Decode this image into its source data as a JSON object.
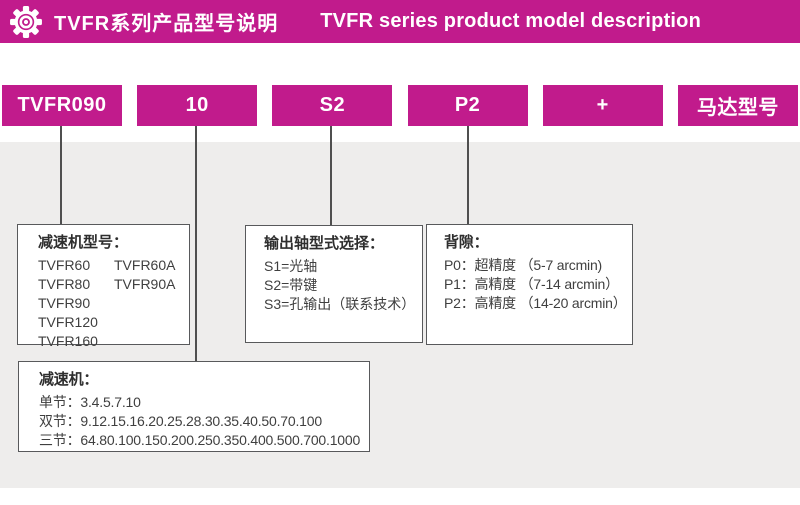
{
  "header": {
    "title_zh": "TVFR系列产品型号说明",
    "title_en": "TVFR series product model description"
  },
  "model_code_segments": [
    {
      "label": "TVFR090"
    },
    {
      "label": "10"
    },
    {
      "label": "S2"
    },
    {
      "label": "P2"
    },
    {
      "label": "+"
    },
    {
      "label": "马达型号"
    }
  ],
  "boxes": {
    "reducer_models": {
      "title": "减速机型号：",
      "rows": [
        [
          "TVFR60",
          "TVFR60A"
        ],
        [
          "TVFR80",
          "TVFR90A"
        ],
        [
          "TVFR90",
          ""
        ],
        [
          "TVFR120",
          ""
        ],
        [
          "TVFR160",
          ""
        ]
      ]
    },
    "output_shaft": {
      "title": "输出轴型式选择：",
      "items": [
        "S1=光轴",
        "S2=带键",
        "S3=孔输出（联系技术）"
      ]
    },
    "backlash": {
      "title": "背隙：",
      "items": [
        "P0：超精度 （5-7 arcmin)",
        "P1：高精度 （7-14 arcmin）",
        "P2：高精度 （14-20 arcmin）"
      ]
    },
    "reducer_ratio": {
      "title": "减速机：",
      "items": [
        "单节：3.4.5.7.10",
        "双节：9.12.15.16.20.25.28.30.35.40.50.70.100",
        "三节：64.80.100.150.200.250.350.400.500.700.1000"
      ]
    }
  },
  "colors": {
    "accent": "#C11B8C",
    "panel_bg": "#EEEDEC",
    "connector": "#4F4F4F",
    "box_border": "#58595B",
    "box_text": "#3F3F3F"
  }
}
